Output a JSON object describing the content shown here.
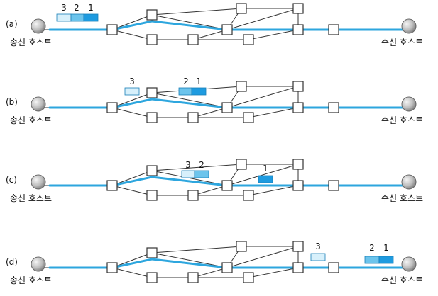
{
  "host_sender_label": "송신 호스트",
  "host_receiver_label": "수신 호스트",
  "panels": [
    {
      "label": "(a)",
      "packets": [
        "3",
        "2",
        "1"
      ]
    },
    {
      "label": "(b)",
      "packets": [
        "3",
        "2",
        "1"
      ]
    },
    {
      "label": "(c)",
      "packets": [
        "3",
        "2",
        "1"
      ]
    },
    {
      "label": "(d)",
      "packets": [
        "3",
        "2",
        "1"
      ]
    }
  ],
  "colors": {
    "route": "#2da6de",
    "packet_1": "#1e9be0",
    "packet_2": "#6cc4ec",
    "packet_3": "#d7f0fb",
    "link": "#333333"
  }
}
